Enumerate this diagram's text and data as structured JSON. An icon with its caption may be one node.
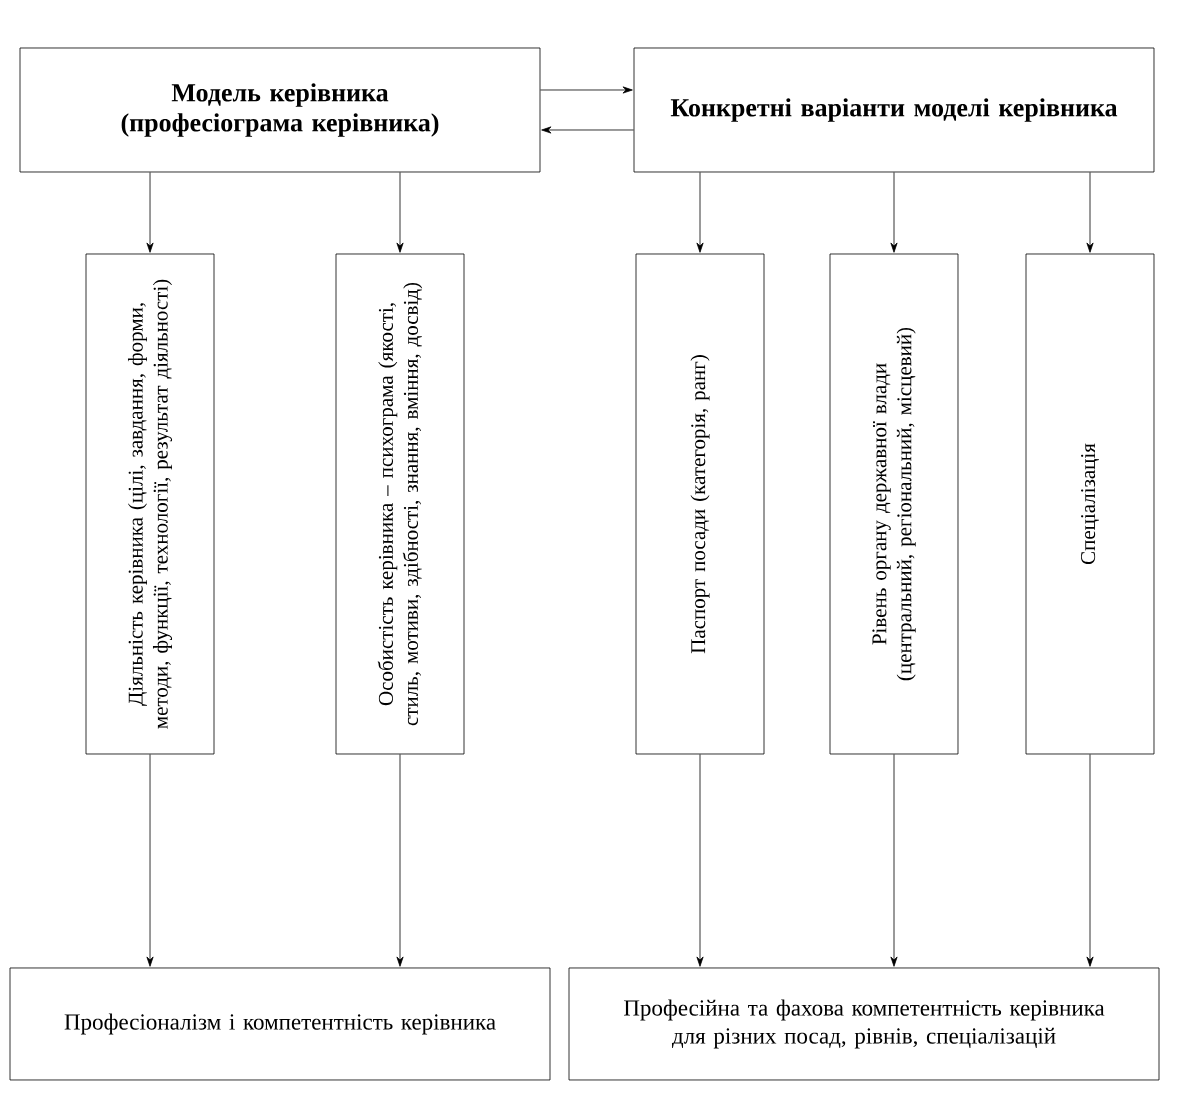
{
  "diagram": {
    "nodes": [
      {
        "text": [
          "Модель керівника (професіограма керівника)"
        ]
      },
      {
        "text": [
          "Конкретні варіанти моделі керівника"
        ]
      },
      {
        "text": [
          "Діяльність керівника (цілі, завдання, форми, методи, функції, технології, результат діяльності)"
        ]
      },
      {
        "text": [
          "Особистість керівника – психограма (якості, стиль, мотиви, здібності, знання, вміння, досвід)"
        ]
      },
      {
        "text": [
          "Паспорт посади (категорія, ранг)"
        ]
      },
      {
        "text": [
          "Рівень органу державної влади (центральний, регіональний, місцевий)"
        ]
      },
      {
        "text": [
          "Спеціалізація"
        ]
      },
      {
        "text": [
          "Професіоналізм і компетентність керівника"
        ]
      },
      {
        "text": [
          "Професійна та фахова компетентність керівника для різних посад, рівнів, спеціалізацій"
        ]
      }
    ],
    "edges": [
      {
        "from": 0,
        "to": 1,
        "arrow": "to"
      },
      {
        "from": 1,
        "to": 0,
        "arrow": "to"
      },
      {
        "from": 0,
        "to": 2,
        "arrow": "to"
      },
      {
        "from": 0,
        "to": 3,
        "arrow": "to"
      },
      {
        "from": 1,
        "to": 4,
        "arrow": "to"
      },
      {
        "from": 1,
        "to": 5,
        "arrow": "to"
      },
      {
        "from": 1,
        "to": 6,
        "arrow": "to"
      },
      {
        "from": 2,
        "to": 7,
        "arrow": "to"
      },
      {
        "from": 3,
        "to": 7,
        "arrow": "to"
      },
      {
        "from": 4,
        "to": 8,
        "arrow": "to"
      },
      {
        "from": 5,
        "to": 8,
        "arrow": "to"
      },
      {
        "from": 6,
        "to": 8,
        "arrow": "to"
      }
    ]
  }
}
